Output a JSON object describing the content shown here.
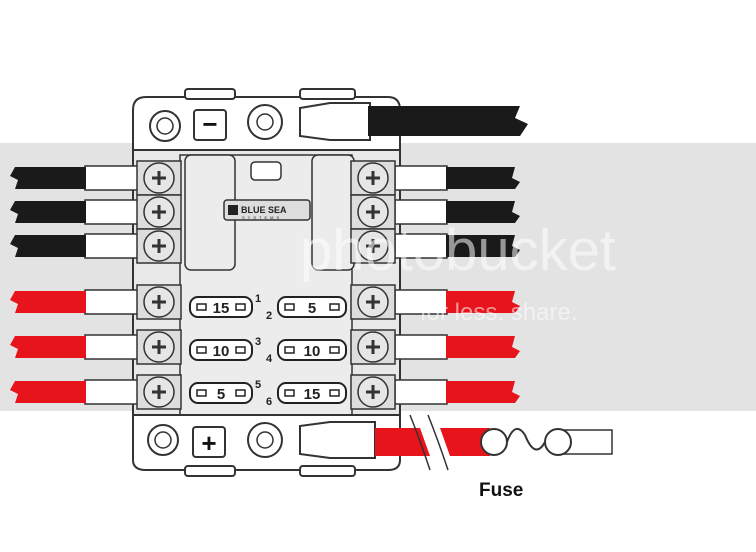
{
  "brand": {
    "line1": "BLUE SEA",
    "line2": "SYSTEMS"
  },
  "fuses": [
    {
      "number": "1",
      "rating": "15"
    },
    {
      "number": "2",
      "rating": "5"
    },
    {
      "number": "3",
      "rating": "10"
    },
    {
      "number": "4",
      "rating": "10"
    },
    {
      "number": "5",
      "rating": "5"
    },
    {
      "number": "6",
      "rating": "15"
    }
  ],
  "terminals": {
    "negative_symbol": "−",
    "positive_symbol": "+"
  },
  "inline_fuse_label": "Fuse",
  "watermark": {
    "text": "photobucket",
    "subtext": "for less. share."
  },
  "colors": {
    "negative_wire": "#1a1a1a",
    "positive_wire": "#e8141b",
    "band": "#e3e3e3",
    "outline": "#333333"
  }
}
